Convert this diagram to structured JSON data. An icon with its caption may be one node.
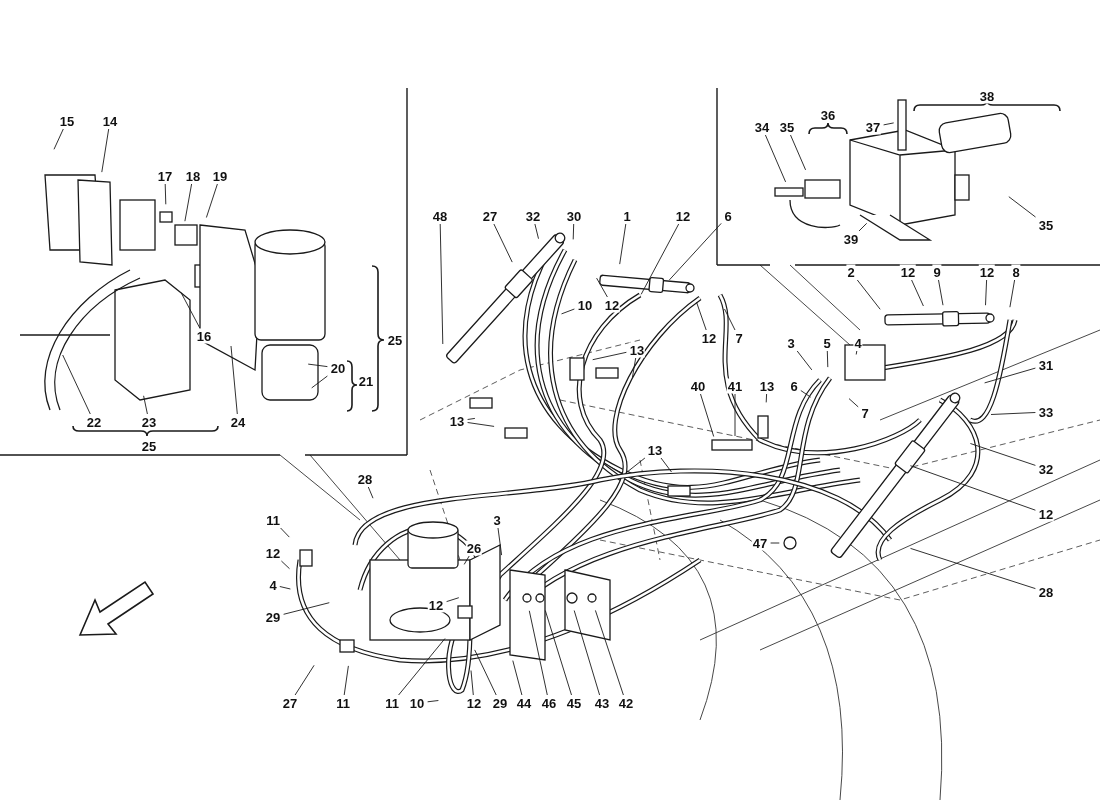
{
  "diagram": {
    "nodes": [
      {
        "text": [
          "15"
        ]
      },
      {
        "text": [
          "14"
        ]
      },
      {
        "text": [
          "17"
        ]
      },
      {
        "text": [
          "18"
        ]
      },
      {
        "text": [
          "19"
        ]
      },
      {
        "text": [
          "16"
        ]
      },
      {
        "text": [
          "22"
        ]
      },
      {
        "text": [
          "23"
        ]
      },
      {
        "text": [
          "24"
        ]
      },
      {
        "text": [
          "20"
        ]
      },
      {
        "text": [
          "48"
        ]
      },
      {
        "text": [
          "27"
        ]
      },
      {
        "text": [
          "32"
        ]
      },
      {
        "text": [
          "30"
        ]
      },
      {
        "text": [
          "1"
        ]
      },
      {
        "text": [
          "12"
        ]
      },
      {
        "text": [
          "6"
        ]
      },
      {
        "text": [
          "10"
        ]
      },
      {
        "text": [
          "12"
        ]
      },
      {
        "text": [
          "12"
        ]
      },
      {
        "text": [
          "7"
        ]
      },
      {
        "text": [
          "2"
        ]
      },
      {
        "text": [
          "12"
        ]
      },
      {
        "text": [
          "9"
        ]
      },
      {
        "text": [
          "12"
        ]
      },
      {
        "text": [
          "8"
        ]
      },
      {
        "text": [
          "13"
        ]
      },
      {
        "text": [
          "3"
        ]
      },
      {
        "text": [
          "5"
        ]
      },
      {
        "text": [
          "4"
        ]
      },
      {
        "text": [
          "6"
        ]
      },
      {
        "text": [
          "7"
        ]
      },
      {
        "text": [
          "13"
        ]
      },
      {
        "text": [
          "40"
        ]
      },
      {
        "text": [
          "41"
        ]
      },
      {
        "text": [
          "31"
        ]
      },
      {
        "text": [
          "33"
        ]
      },
      {
        "text": [
          "32"
        ]
      },
      {
        "text": [
          "12"
        ]
      },
      {
        "text": [
          "28"
        ]
      },
      {
        "text": [
          "47"
        ]
      },
      {
        "text": [
          "13"
        ]
      },
      {
        "text": [
          "13"
        ]
      },
      {
        "text": [
          "28"
        ]
      },
      {
        "text": [
          "11"
        ]
      },
      {
        "text": [
          "12"
        ]
      },
      {
        "text": [
          "4"
        ]
      },
      {
        "text": [
          "29"
        ]
      },
      {
        "text": [
          "26"
        ]
      },
      {
        "text": [
          "3"
        ]
      },
      {
        "text": [
          "12"
        ]
      },
      {
        "text": [
          "27"
        ]
      },
      {
        "text": [
          "11"
        ]
      },
      {
        "text": [
          "11"
        ]
      },
      {
        "text": [
          "10"
        ]
      },
      {
        "text": [
          "12"
        ]
      },
      {
        "text": [
          "29"
        ]
      },
      {
        "text": [
          "44"
        ]
      },
      {
        "text": [
          "46"
        ]
      },
      {
        "text": [
          "45"
        ]
      },
      {
        "text": [
          "43"
        ]
      },
      {
        "text": [
          "42"
        ]
      },
      {
        "text": [
          "34"
        ]
      },
      {
        "text": [
          "35"
        ]
      },
      {
        "text": [
          "37"
        ]
      },
      {
        "text": [
          "39"
        ]
      },
      {
        "text": [
          "35"
        ]
      },
      {
        "text": [
          "36"
        ]
      },
      {
        "text": [
          "38"
        ]
      },
      {
        "text": [
          "25"
        ]
      },
      {
        "text": [
          "21"
        ]
      },
      {
        "text": [
          "25"
        ]
      }
    ],
    "edges": [
      {
        "from": 0,
        "to": null,
        "arrow": "none"
      },
      {
        "from": 1,
        "to": null,
        "arrow": "none"
      },
      {
        "from": 2,
        "to": null,
        "arrow": "none"
      },
      {
        "from": 3,
        "to": null,
        "arrow": "none"
      },
      {
        "from": 4,
        "to": null,
        "arrow": "none"
      },
      {
        "from": 5,
        "to": null,
        "arrow": "none"
      },
      {
        "from": 6,
        "to": null,
        "arrow": "none"
      },
      {
        "from": 7,
        "to": null,
        "arrow": "none"
      },
      {
        "from": 8,
        "to": null,
        "arrow": "none"
      },
      {
        "from": 9,
        "to": null,
        "arrow": "none"
      },
      {
        "from": 9,
        "to": null,
        "arrow": "none"
      },
      {
        "from": 10,
        "to": null,
        "arrow": "none"
      },
      {
        "from": 11,
        "to": null,
        "arrow": "none"
      },
      {
        "from": 12,
        "to": null,
        "arrow": "none"
      },
      {
        "from": 13,
        "to": null,
        "arrow": "none"
      },
      {
        "from": 14,
        "to": null,
        "arrow": "none"
      },
      {
        "from": 15,
        "to": null,
        "arrow": "none"
      },
      {
        "from": 16,
        "to": null,
        "arrow": "none"
      },
      {
        "from": 17,
        "to": null,
        "arrow": "none"
      },
      {
        "from": 18,
        "to": null,
        "arrow": "none"
      },
      {
        "from": 19,
        "to": null,
        "arrow": "none"
      },
      {
        "from": 20,
        "to": null,
        "arrow": "none"
      },
      {
        "from": 21,
        "to": null,
        "arrow": "none"
      },
      {
        "from": 22,
        "to": null,
        "arrow": "none"
      },
      {
        "from": 23,
        "to": null,
        "arrow": "none"
      },
      {
        "from": 24,
        "to": null,
        "arrow": "none"
      },
      {
        "from": 25,
        "to": null,
        "arrow": "none"
      },
      {
        "from": 26,
        "to": null,
        "arrow": "none"
      },
      {
        "from": 26,
        "to": null,
        "arrow": "none"
      },
      {
        "from": 27,
        "to": null,
        "arrow": "none"
      },
      {
        "from": 28,
        "to": null,
        "arrow": "none"
      },
      {
        "from": 29,
        "to": null,
        "arrow": "none"
      },
      {
        "from": 30,
        "to": null,
        "arrow": "none"
      },
      {
        "from": 31,
        "to": null,
        "arrow": "none"
      },
      {
        "from": 32,
        "to": null,
        "arrow": "none"
      },
      {
        "from": 33,
        "to": null,
        "arrow": "none"
      },
      {
        "from": 34,
        "to": null,
        "arrow": "none"
      },
      {
        "from": 35,
        "to": null,
        "arrow": "none"
      },
      {
        "from": 36,
        "to": null,
        "arrow": "none"
      },
      {
        "from": 37,
        "to": null,
        "arrow": "none"
      },
      {
        "from": 38,
        "to": null,
        "arrow": "none"
      },
      {
        "from": 39,
        "to": null,
        "arrow": "none"
      },
      {
        "from": 40,
        "to": null,
        "arrow": "none"
      },
      {
        "from": 41,
        "to": null,
        "arrow": "none"
      },
      {
        "from": 41,
        "to": null,
        "arrow": "none"
      },
      {
        "from": 42,
        "to": null,
        "arrow": "none"
      },
      {
        "from": 42,
        "to": null,
        "arrow": "none"
      },
      {
        "from": 43,
        "to": null,
        "arrow": "none"
      },
      {
        "from": 44,
        "to": null,
        "arrow": "none"
      },
      {
        "from": 45,
        "to": null,
        "arrow": "none"
      },
      {
        "from": 46,
        "to": null,
        "arrow": "none"
      },
      {
        "from": 47,
        "to": null,
        "arrow": "none"
      },
      {
        "from": 48,
        "to": null,
        "arrow": "none"
      },
      {
        "from": 49,
        "to": null,
        "arrow": "none"
      },
      {
        "from": 50,
        "to": null,
        "arrow": "none"
      },
      {
        "from": 51,
        "to": null,
        "arrow": "none"
      },
      {
        "from": 52,
        "to": null,
        "arrow": "none"
      },
      {
        "from": 53,
        "to": null,
        "arrow": "none"
      },
      {
        "from": 54,
        "to": null,
        "arrow": "none"
      },
      {
        "from": 55,
        "to": null,
        "arrow": "none"
      },
      {
        "from": 56,
        "to": null,
        "arrow": "none"
      },
      {
        "from": 57,
        "to": null,
        "arrow": "none"
      },
      {
        "from": 58,
        "to": null,
        "arrow": "none"
      },
      {
        "from": 59,
        "to": null,
        "arrow": "none"
      },
      {
        "from": 60,
        "to": null,
        "arrow": "none"
      },
      {
        "from": 61,
        "to": null,
        "arrow": "none"
      },
      {
        "from": 62,
        "to": null,
        "arrow": "none"
      },
      {
        "from": 63,
        "to": null,
        "arrow": "none"
      },
      {
        "from": 64,
        "to": null,
        "arrow": "none"
      },
      {
        "from": 65,
        "to": null,
        "arrow": "none"
      },
      {
        "from": 66,
        "to": null,
        "arrow": "none"
      }
    ]
  }
}
